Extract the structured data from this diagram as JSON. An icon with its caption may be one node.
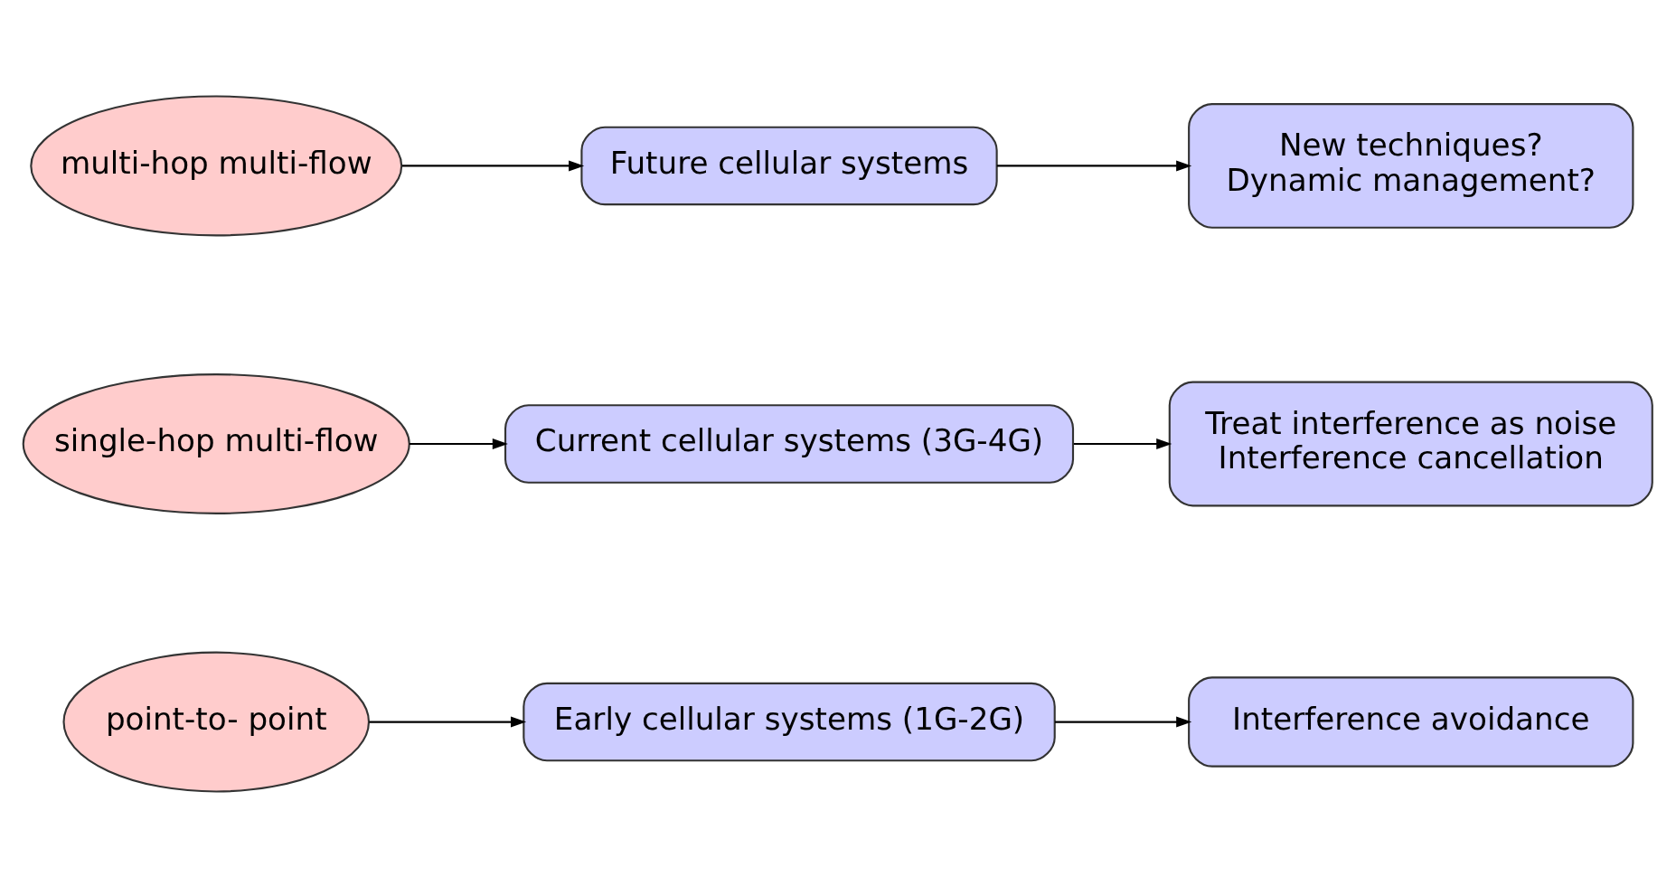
{
  "diagram": {
    "nodes": [
      {
        "text": [
          "point-to- point"
        ]
      },
      {
        "text": [
          "Early cellular systems (1G-2G)"
        ]
      },
      {
        "text": [
          "Interference avoidance"
        ]
      },
      {
        "text": [
          "single-hop multi-flow"
        ]
      },
      {
        "text": [
          "Current cellular systems (3G-4G)"
        ]
      },
      {
        "text": [
          "Treat interference as noise",
          "Interference cancellation"
        ]
      },
      {
        "text": [
          "multi-hop multi-flow"
        ]
      },
      {
        "text": [
          "Future cellular systems"
        ]
      },
      {
        "text": [
          "New techniques?",
          "Dynamic management?"
        ]
      }
    ],
    "edges": [
      {
        "from": 0,
        "to": 1,
        "arrow": "to"
      },
      {
        "from": 1,
        "to": 2,
        "arrow": "to"
      },
      {
        "from": 3,
        "to": 4,
        "arrow": "to"
      },
      {
        "from": 4,
        "to": 5,
        "arrow": "to"
      },
      {
        "from": 6,
        "to": 7,
        "arrow": "to"
      },
      {
        "from": 7,
        "to": 8,
        "arrow": "to"
      }
    ]
  }
}
